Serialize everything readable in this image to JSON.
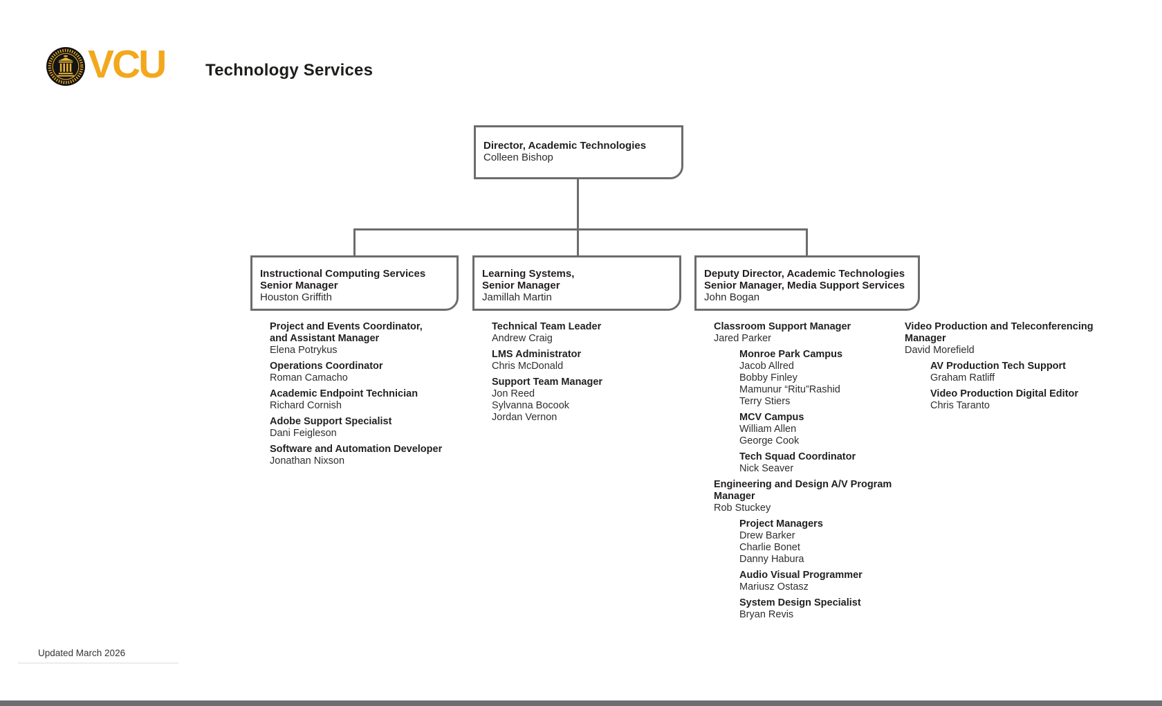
{
  "header": {
    "wordmark": "VCU",
    "title": "Technology Services"
  },
  "org": {
    "root": {
      "title_lines": [
        "Director, Academic Technologies"
      ],
      "person": "Colleen Bishop"
    },
    "branches": [
      {
        "title_lines": [
          "Instructional Computing Services",
          "Senior Manager"
        ],
        "person": "Houston Griffith"
      },
      {
        "title_lines": [
          "Learning Systems,",
          "Senior Manager"
        ],
        "person": "Jamillah Martin"
      },
      {
        "title_lines": [
          "Deputy Director, Academic Technologies",
          "Senior Manager, Media Support Services"
        ],
        "person": "John Bogan"
      }
    ]
  },
  "columns": [
    {
      "groups": [
        {
          "indent": 0,
          "title_lines": [
            "Project and Events Coordinator,",
            "and Assistant Manager"
          ],
          "names": [
            "Elena Potrykus"
          ]
        },
        {
          "indent": 0,
          "title_lines": [
            "Operations Coordinator"
          ],
          "names": [
            "Roman Camacho"
          ]
        },
        {
          "indent": 0,
          "title_lines": [
            "Academic Endpoint Technician"
          ],
          "names": [
            "Richard Cornish"
          ]
        },
        {
          "indent": 0,
          "title_lines": [
            "Adobe Support Specialist"
          ],
          "names": [
            "Dani Feigleson"
          ]
        },
        {
          "indent": 0,
          "title_lines": [
            "Software and Automation Developer"
          ],
          "names": [
            "Jonathan Nixson"
          ]
        }
      ]
    },
    {
      "groups": [
        {
          "indent": 0,
          "title_lines": [
            "Technical Team Leader"
          ],
          "names": [
            "Andrew Craig"
          ]
        },
        {
          "indent": 0,
          "title_lines": [
            "LMS Administrator"
          ],
          "names": [
            "Chris McDonald"
          ]
        },
        {
          "indent": 0,
          "title_lines": [
            "Support Team Manager"
          ],
          "names": [
            "Jon Reed",
            "Sylvanna Bocook",
            "Jordan Vernon"
          ]
        }
      ]
    },
    {
      "groups": [
        {
          "indent": 0,
          "title_lines": [
            "Classroom Support Manager"
          ],
          "names": [
            "Jared Parker"
          ]
        },
        {
          "indent": 1,
          "title_lines": [
            "Monroe Park Campus"
          ],
          "names": [
            "Jacob Allred",
            "Bobby Finley",
            "Mamunur “Ritu”Rashid",
            "Terry Stiers"
          ]
        },
        {
          "indent": 1,
          "title_lines": [
            "MCV Campus"
          ],
          "names": [
            "William Allen",
            "George Cook"
          ]
        },
        {
          "indent": 1,
          "title_lines": [
            "Tech Squad Coordinator"
          ],
          "names": [
            "Nick Seaver"
          ]
        },
        {
          "indent": 0,
          "title_lines": [
            "Engineering and Design A/V Program",
            "Manager"
          ],
          "names": [
            "Rob Stuckey"
          ]
        },
        {
          "indent": 1,
          "title_lines": [
            "Project Managers"
          ],
          "names": [
            "Drew Barker",
            "Charlie Bonet",
            "Danny Habura"
          ]
        },
        {
          "indent": 1,
          "title_lines": [
            "Audio Visual Programmer"
          ],
          "names": [
            "Mariusz Ostasz"
          ]
        },
        {
          "indent": 1,
          "title_lines": [
            "System Design Specialist"
          ],
          "names": [
            "Bryan Revis"
          ]
        }
      ]
    },
    {
      "groups": [
        {
          "indent": 0,
          "title_lines": [
            "Video Production and Teleconferencing",
            "Manager"
          ],
          "names": [
            "David Morefield"
          ]
        },
        {
          "indent": 1,
          "title_lines": [
            "AV Production Tech Support"
          ],
          "names": [
            "Graham Ratliff"
          ]
        },
        {
          "indent": 1,
          "title_lines": [
            "Video Production Digital Editor"
          ],
          "names": [
            "Chris Taranto"
          ]
        }
      ]
    }
  ],
  "footer": {
    "updated": "Updated March 2026"
  },
  "colors": {
    "brand_gold": "#F2A81D",
    "line_gray": "#6B6C6E",
    "text": "#231F20",
    "footer_bar": "#6D6E71"
  }
}
